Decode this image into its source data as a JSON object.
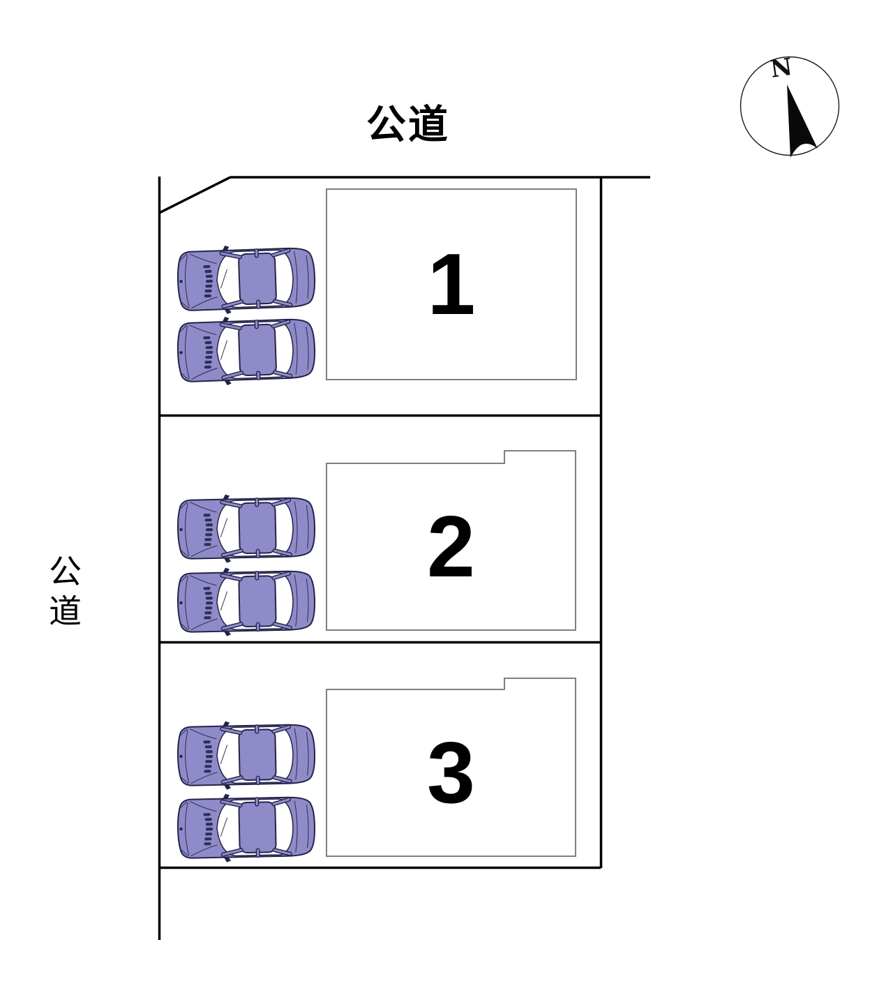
{
  "background": "#ffffff",
  "roads": {
    "top_label": "公道",
    "left_label": "公道"
  },
  "compass": {
    "north_label": "N"
  },
  "lots": [
    {
      "number": "1",
      "parked_cars": 2
    },
    {
      "number": "2",
      "parked_cars": 2
    },
    {
      "number": "3",
      "parked_cars": 2
    }
  ],
  "colors": {
    "site_boundary": "#000000",
    "building_outline": "#7f7f7f",
    "building_fill": "#ffffff",
    "car_body": "#8e8bc8",
    "car_outline": "#23234a",
    "car_detail": "#2f2f5c",
    "lot_number_text": "#000000"
  }
}
